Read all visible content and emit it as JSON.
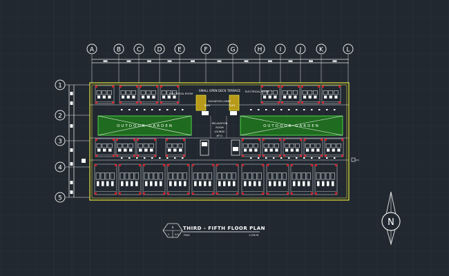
{
  "colors": {
    "background": "#212830",
    "grid": "#2b333c",
    "linework": "#e8e8e8",
    "yellow": "#e7e23a",
    "red": "#d21f2a",
    "green": "#4fd24a",
    "garden_fill": "#1f6b1f"
  },
  "column_grid": {
    "labels": [
      "A",
      "B",
      "C",
      "D",
      "E",
      "F",
      "G",
      "H",
      "I",
      "J",
      "K",
      "L"
    ]
  },
  "row_grid": {
    "labels": [
      "1",
      "2",
      "3",
      "4",
      "5"
    ]
  },
  "rooms": {
    "terrace": "SMALL OPEN DECK TERRACE",
    "electrical_left": "ELECTRICAL ROOM",
    "electrical_right": "ELECTRICAL ROOM",
    "elevator_lobby": "ELEVATOR LOBBY",
    "elevator_left": "ELEV",
    "elevator_right": "ELEV",
    "garden_left": "OUTDOOR GARDEN",
    "garden_right": "OUTDOOR GARDEN",
    "relaxation": [
      "RELAXATION",
      "ROOM",
      "LOUNGE",
      "#F.O."
    ]
  },
  "title_block": {
    "title": "THIRD - FIFTH FLOOR PLAN",
    "scale": "1:200 M.",
    "key_top": "A",
    "key_bottom_left": "1",
    "key_bottom_right": "A-3",
    "sub_label": "FSA3"
  },
  "north_arrow": {
    "letter": "N",
    "icon": "north-arrow-icon"
  }
}
